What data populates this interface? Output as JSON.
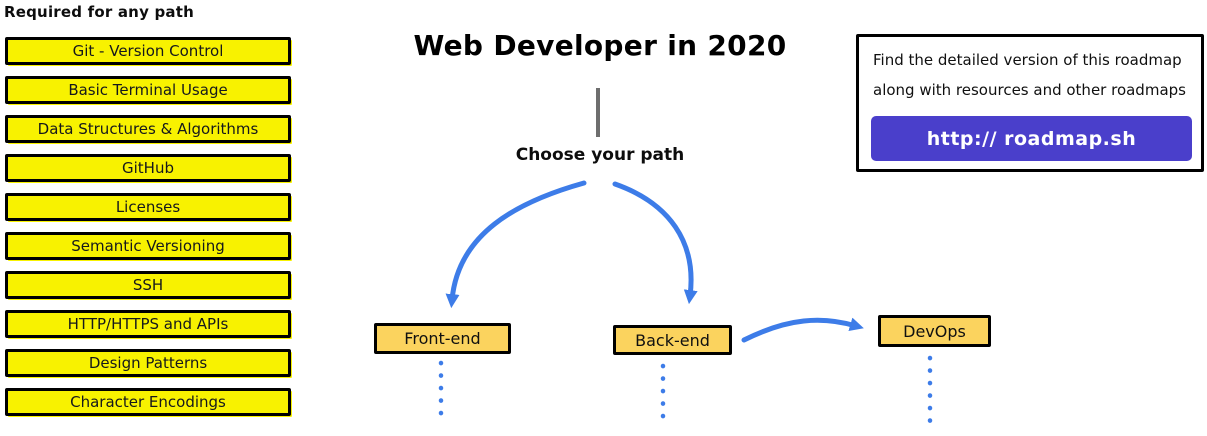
{
  "header": {
    "title": "Web Developer in 2020",
    "choose_label": "Choose your path"
  },
  "sidebar": {
    "title": "Required for any path",
    "items": [
      "Git - Version Control",
      "Basic Terminal Usage",
      "Data Structures & Algorithms",
      "GitHub",
      "Licenses",
      "Semantic Versioning",
      "SSH",
      "HTTP/HTTPS and APIs",
      "Design Patterns",
      "Character Encodings"
    ]
  },
  "paths": [
    {
      "label": "Front-end"
    },
    {
      "label": "Back-end"
    },
    {
      "label": "DevOps"
    }
  ],
  "info_box": {
    "line1": "Find the detailed version of this roadmap",
    "line2": "along with resources and other roadmaps",
    "button_label": "http:// roadmap.sh"
  },
  "colors": {
    "yellow": "#f8f200",
    "amber": "#fbd35e",
    "blue": "#3d7ce8",
    "purple": "#4a3fcb",
    "gray": "#6e6e6e"
  }
}
